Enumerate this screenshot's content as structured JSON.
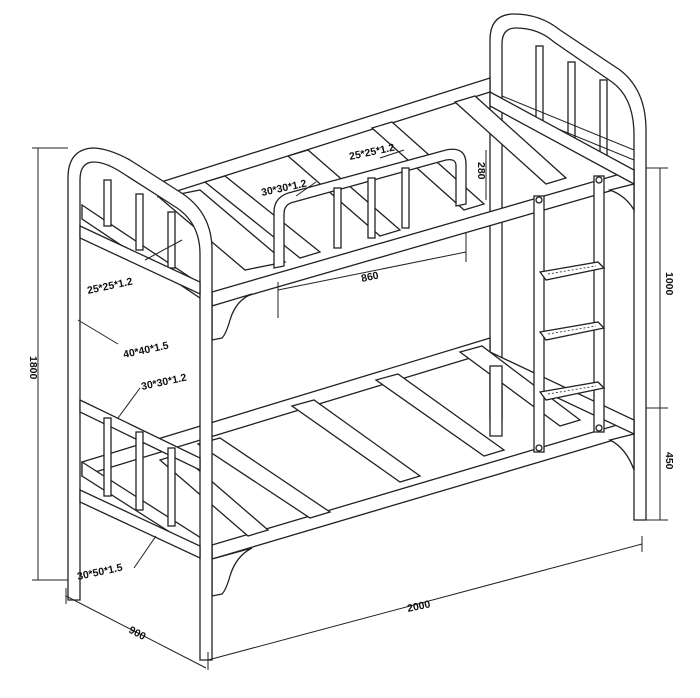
{
  "labels": {
    "tube_top_slat": "25*25*1.2",
    "tube_top_cross": "30*30*1.2",
    "tube_head_slat": "25*25*1.2",
    "tube_post": "40*40*1.5",
    "tube_rail": "30*30*1.2",
    "tube_base": "30*50*1.5",
    "guard_height": "280",
    "guard_length": "860",
    "upper_height": "1000",
    "lower_height": "450",
    "total_height": "1800",
    "length": "2000",
    "width": "900"
  },
  "colors": {
    "line": "#222222",
    "background": "#ffffff"
  }
}
